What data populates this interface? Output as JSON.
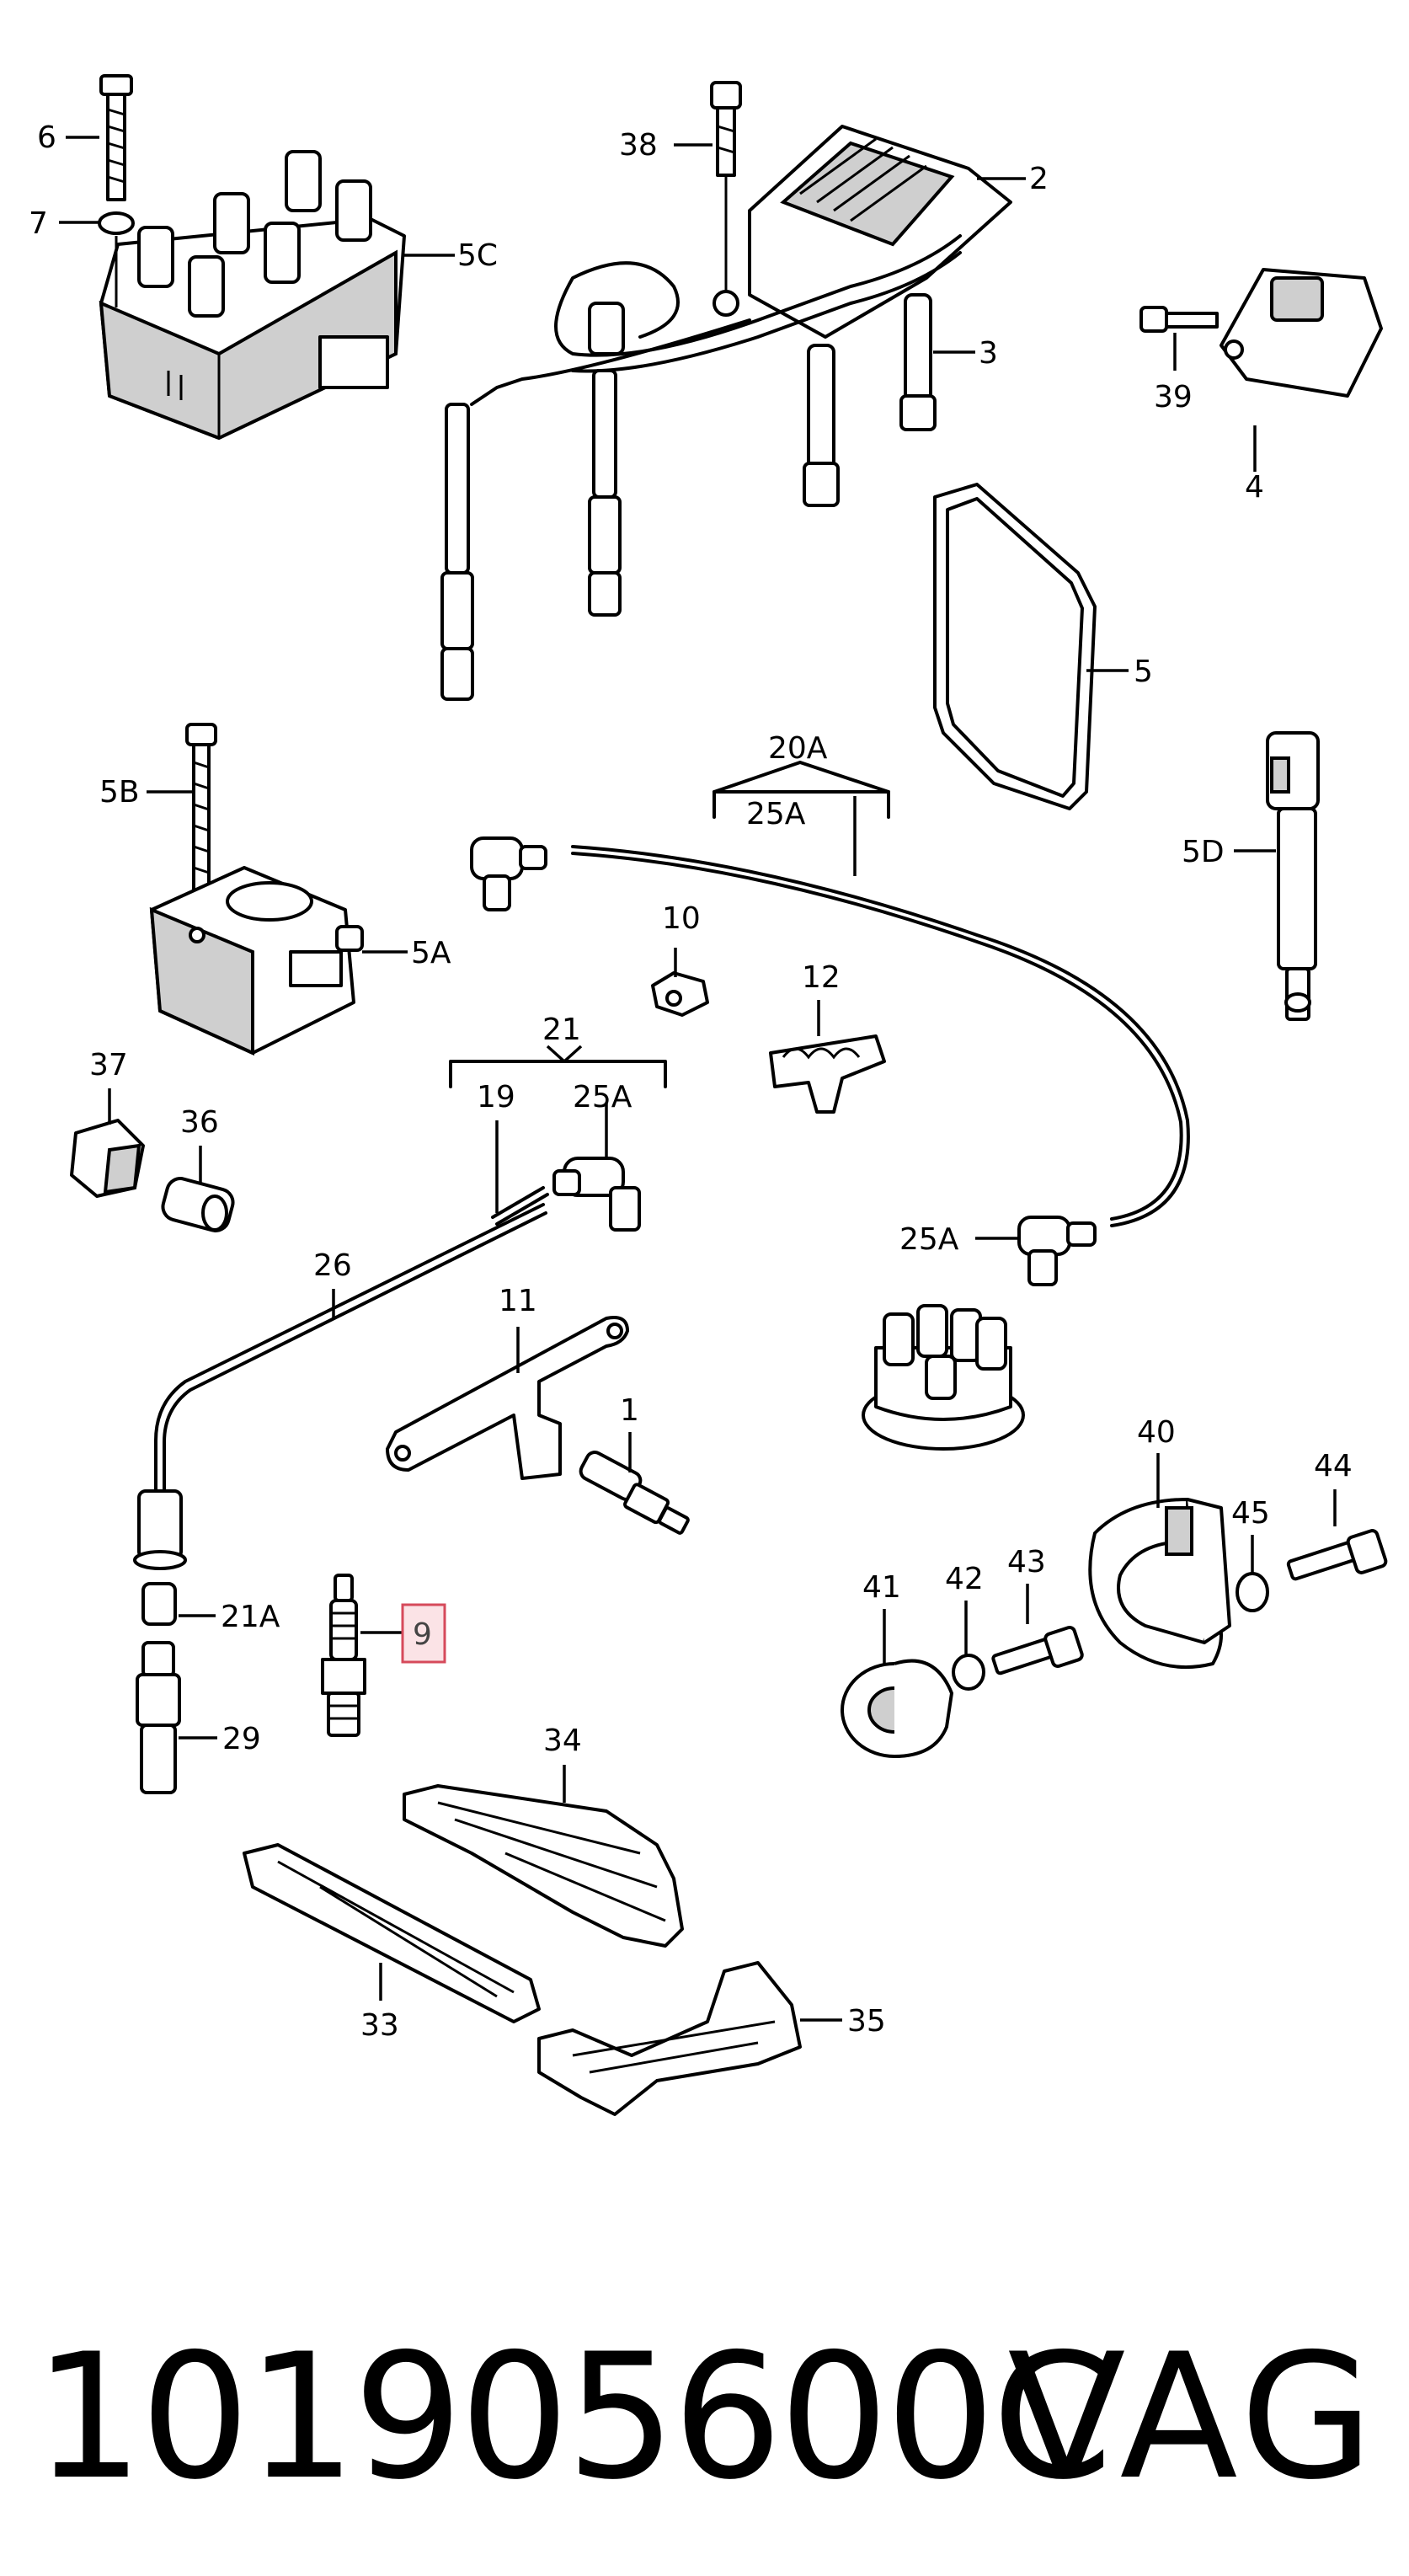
{
  "labels": {
    "p6": "6",
    "p7": "7",
    "p5c": "5C",
    "p38": "38",
    "p2": "2",
    "p3": "3",
    "p39": "39",
    "p4": "4",
    "p5": "5",
    "p5b": "5B",
    "p5a": "5A",
    "p20a": "20A",
    "p25a_top": "25A",
    "p5d": "5D",
    "p10": "10",
    "p12": "12",
    "p21": "21",
    "p19": "19",
    "p25a_mid": "25A",
    "p37": "37",
    "p36": "36",
    "p26": "26",
    "p25a_low": "25A",
    "p11": "11",
    "p1": "1",
    "p40": "40",
    "p44": "44",
    "p45": "45",
    "p43": "43",
    "p42": "42",
    "p41": "41",
    "p21a": "21A",
    "p9": "9",
    "p29": "29",
    "p34": "34",
    "p33": "33",
    "p35": "35"
  },
  "highlight": {
    "part": "9",
    "stroke": "#d64a5b",
    "fill": "#fbe3e6"
  },
  "footer": {
    "part_number": "101905600C",
    "brand": "VAG"
  }
}
